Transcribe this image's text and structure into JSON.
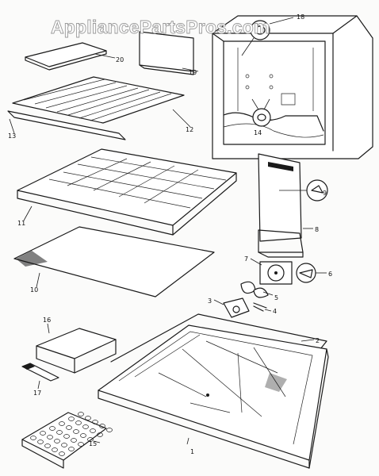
{
  "watermark": {
    "text": "AppliancePartsPros.com"
  },
  "callouts": [
    {
      "id": "c1",
      "label": "1"
    },
    {
      "id": "c2",
      "label": "2"
    },
    {
      "id": "c3",
      "label": "3"
    },
    {
      "id": "c4",
      "label": "4"
    },
    {
      "id": "c5",
      "label": "5"
    },
    {
      "id": "c6",
      "label": "6"
    },
    {
      "id": "c7",
      "label": "7"
    },
    {
      "id": "c8",
      "label": "8"
    },
    {
      "id": "c9",
      "label": "9"
    },
    {
      "id": "c10",
      "label": "10"
    },
    {
      "id": "c11",
      "label": "11"
    },
    {
      "id": "c12",
      "label": "12"
    },
    {
      "id": "c13",
      "label": "13"
    },
    {
      "id": "c14",
      "label": "14"
    },
    {
      "id": "c15",
      "label": "15"
    },
    {
      "id": "c16",
      "label": "16"
    },
    {
      "id": "c17",
      "label": "17"
    },
    {
      "id": "c18",
      "label": "18"
    },
    {
      "id": "c19",
      "label": "19"
    },
    {
      "id": "c20",
      "label": "20"
    }
  ],
  "colors": {
    "line": "#1a1a1a",
    "paper": "#fbfbfa",
    "watermark_outline": "#9a9a9a"
  }
}
